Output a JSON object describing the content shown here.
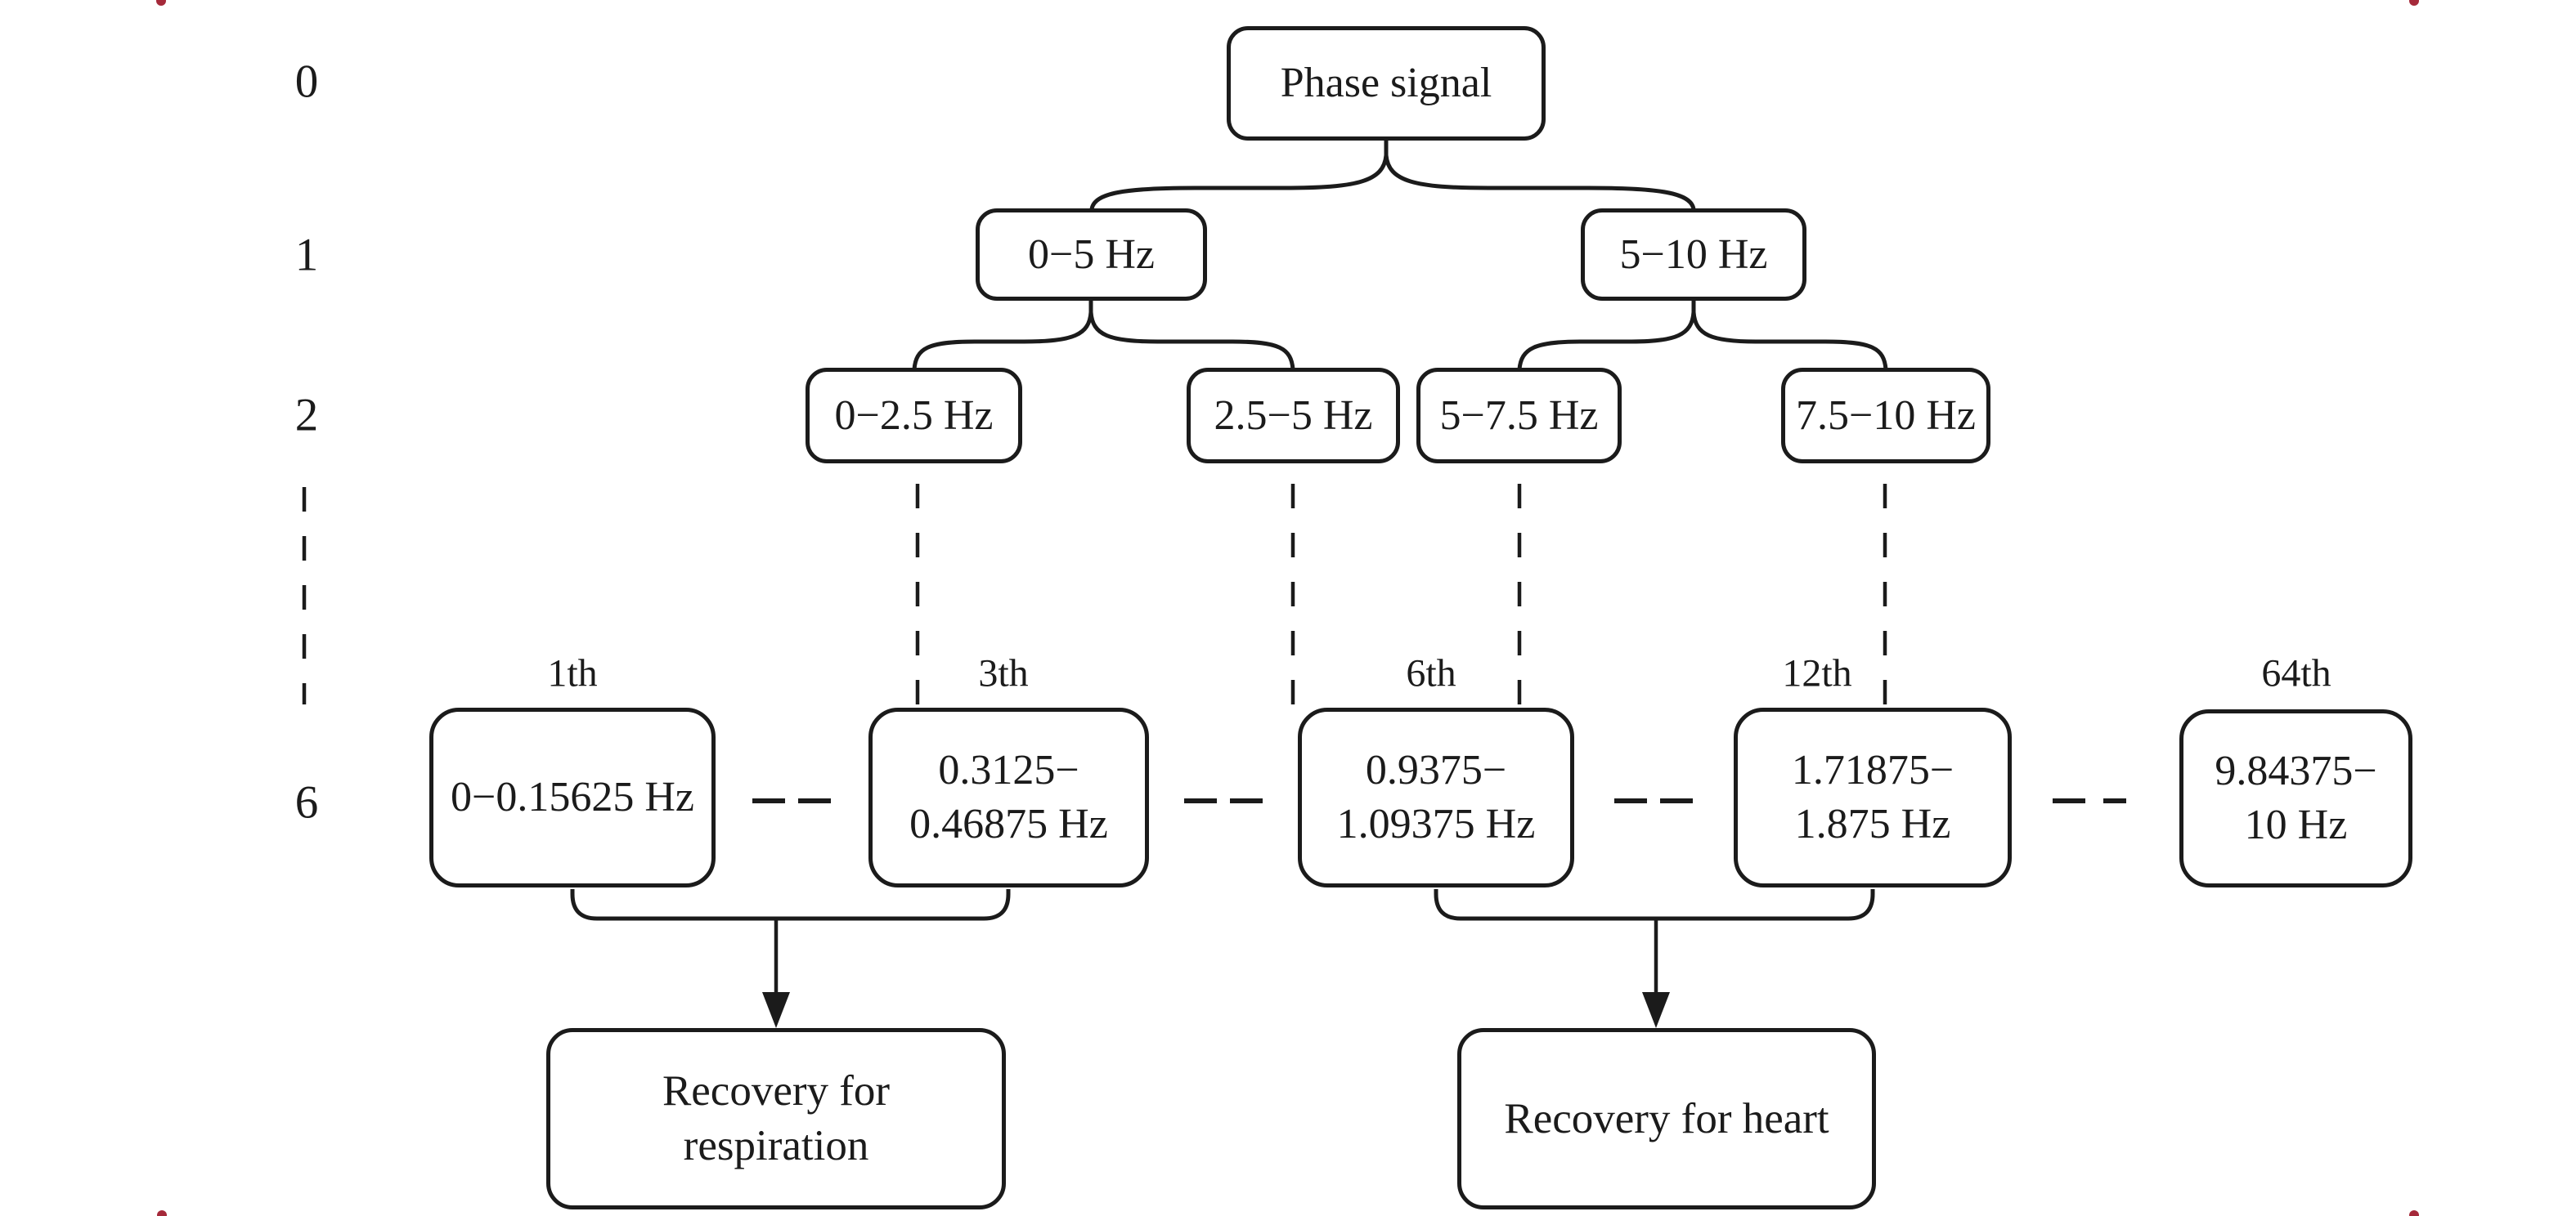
{
  "figure": {
    "description": "Wavelet packet decomposition tree of phase signal into frequency sub-bands",
    "colors": {
      "line": "#1b1b1b",
      "background": "#ffffff",
      "corner_mark": "#a5293a"
    },
    "axis_levels": [
      "0",
      "1",
      "2",
      "6"
    ],
    "root": {
      "label": "Phase signal"
    },
    "level1_nodes": [
      {
        "label": "0−5 Hz"
      },
      {
        "label": "5−10 Hz"
      }
    ],
    "level2_nodes": [
      {
        "label": "0−2.5 Hz"
      },
      {
        "label": "2.5−5 Hz"
      },
      {
        "label": "5−7.5 Hz"
      },
      {
        "label": "7.5−10 Hz"
      }
    ],
    "level6_nodes": [
      {
        "ordinal": "1th",
        "line1": "0−0.15625 Hz",
        "line2": ""
      },
      {
        "ordinal": "3th",
        "line1": "0.3125−",
        "line2": "0.46875 Hz"
      },
      {
        "ordinal": "6th",
        "line1": "0.9375−",
        "line2": "1.09375 Hz"
      },
      {
        "ordinal": "12th",
        "line1": "1.71875−",
        "line2": "1.875 Hz"
      },
      {
        "ordinal": "64th",
        "line1": "9.84375−",
        "line2": "10 Hz"
      }
    ],
    "outputs": [
      {
        "line1": "Recovery for",
        "line2": "respiration"
      },
      {
        "line1": "Recovery for heart",
        "line2": ""
      }
    ]
  }
}
